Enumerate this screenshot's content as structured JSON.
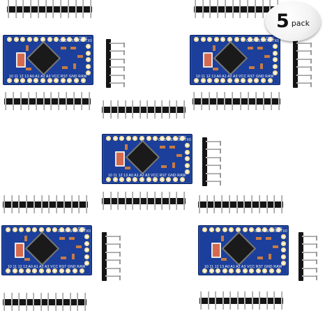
{
  "image": {
    "badge": {
      "number": "5",
      "word": "pack"
    },
    "silkscreen": {
      "top_label": "GND RST RX0 TX0",
      "bottom_label": "10 11 12 13 A0 A1 A2 A3 VCC RST GND RAW",
      "corner_label": "DTR"
    },
    "colors": {
      "board": "#1b3f9a",
      "header_plastic": "#151515",
      "pins": "#bdbdbd",
      "pads": "#d8b35d",
      "badge": "#f3f3f3"
    }
  }
}
